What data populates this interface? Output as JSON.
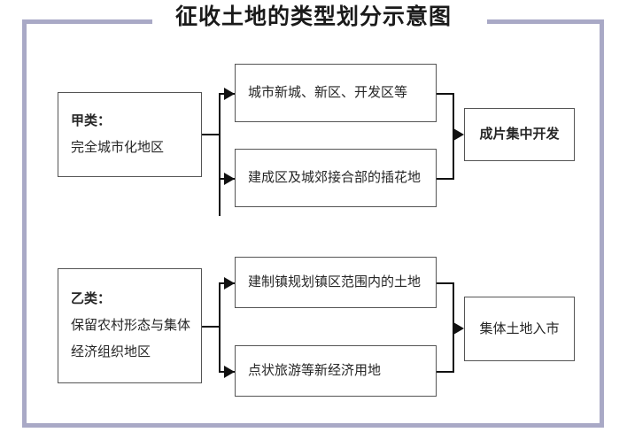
{
  "title": "征收土地的类型划分示意图",
  "frame": {
    "color": "#a9a9c6",
    "line_color": "#111111",
    "box_border_color": "#555555"
  },
  "diagram": {
    "type": "flowchart",
    "groups": [
      {
        "id": "group-a",
        "category": {
          "label": "甲类：",
          "description": "完全城市化地区"
        },
        "items": [
          "城市新城、新区、开发区等",
          "建成区及城郊接合部的插花地"
        ],
        "result": "成片集中开发"
      },
      {
        "id": "group-b",
        "category": {
          "label": "乙类：",
          "description_line1": "保留农村形态与集体",
          "description_line2": "经济组织地区"
        },
        "items": [
          "建制镇规划镇区范围内的土地",
          "点状旅游等新经济用地"
        ],
        "result": "集体土地入市"
      }
    ]
  }
}
